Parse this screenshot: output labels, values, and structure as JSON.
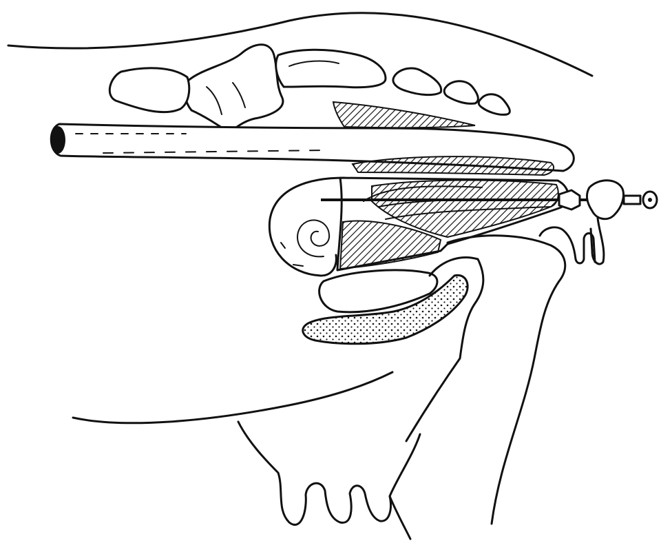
{
  "figure": {
    "background": "#ffffff",
    "ink_color": "#111111",
    "style": "black-and-white line drawing",
    "hatch_pattern": "diagonal-lines",
    "stipple_pattern": "dots"
  }
}
